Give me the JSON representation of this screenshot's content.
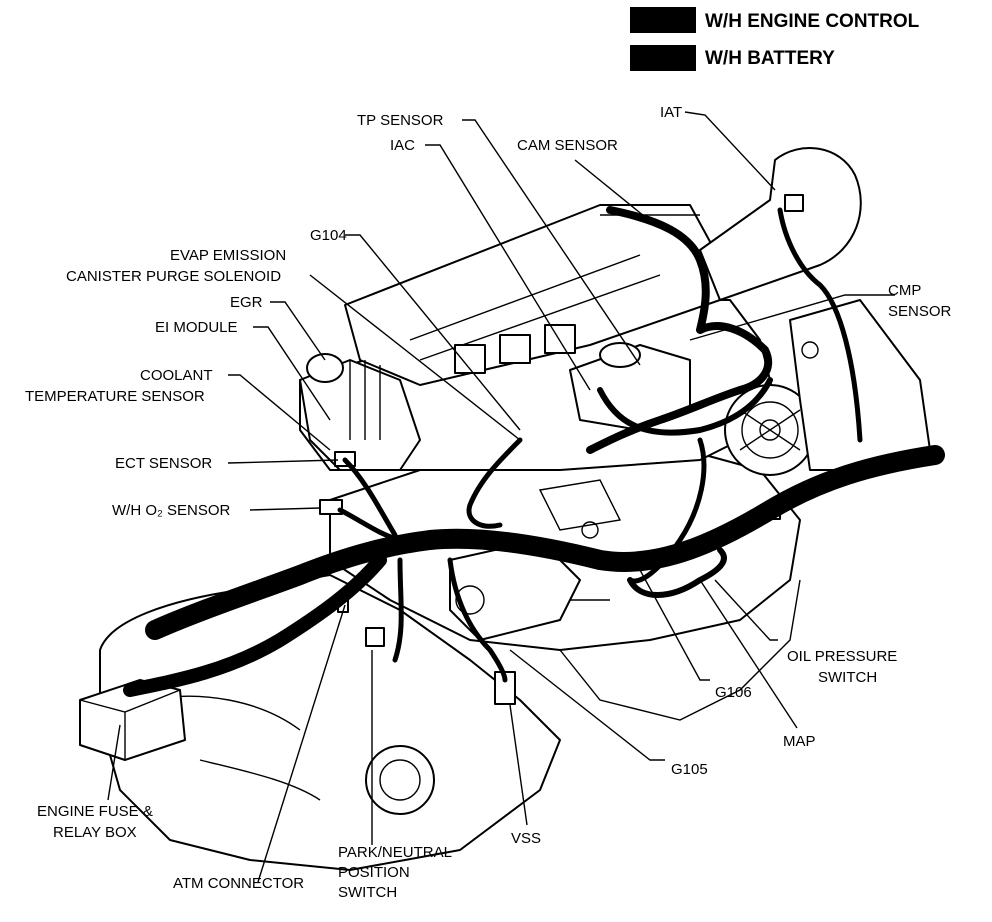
{
  "legend": {
    "engine_control": "W/H ENGINE CONTROL",
    "battery": "W/H BATTERY"
  },
  "labels": {
    "iat": "IAT",
    "tp_sensor": "TP SENSOR",
    "iac": "IAC",
    "cam_sensor": "CAM SENSOR",
    "g104": "G104",
    "evap_1": "EVAP EMISSION",
    "evap_2": "CANISTER PURGE SOLENOID",
    "egr": "EGR",
    "ei_module": "EI MODULE",
    "coolant_1": "COOLANT",
    "coolant_2": "TEMPERATURE SENSOR",
    "ect_sensor": "ECT SENSOR",
    "o2_sensor": "W/H O₂ SENSOR",
    "cmp_1": "CMP",
    "cmp_2": "SENSOR",
    "oil_1": "OIL PRESSURE",
    "oil_2": "SWITCH",
    "g106": "G106",
    "map": "MAP",
    "g105": "G105",
    "vss": "VSS",
    "fuse_1": "ENGINE FUSE &",
    "fuse_2": "RELAY BOX",
    "park_1": "PARK/NEUTRAL",
    "park_2": "POSITION",
    "park_3": "SWITCH",
    "atm": "ATM CONNECTOR"
  },
  "colors": {
    "ink": "#000000",
    "paper": "#ffffff"
  }
}
